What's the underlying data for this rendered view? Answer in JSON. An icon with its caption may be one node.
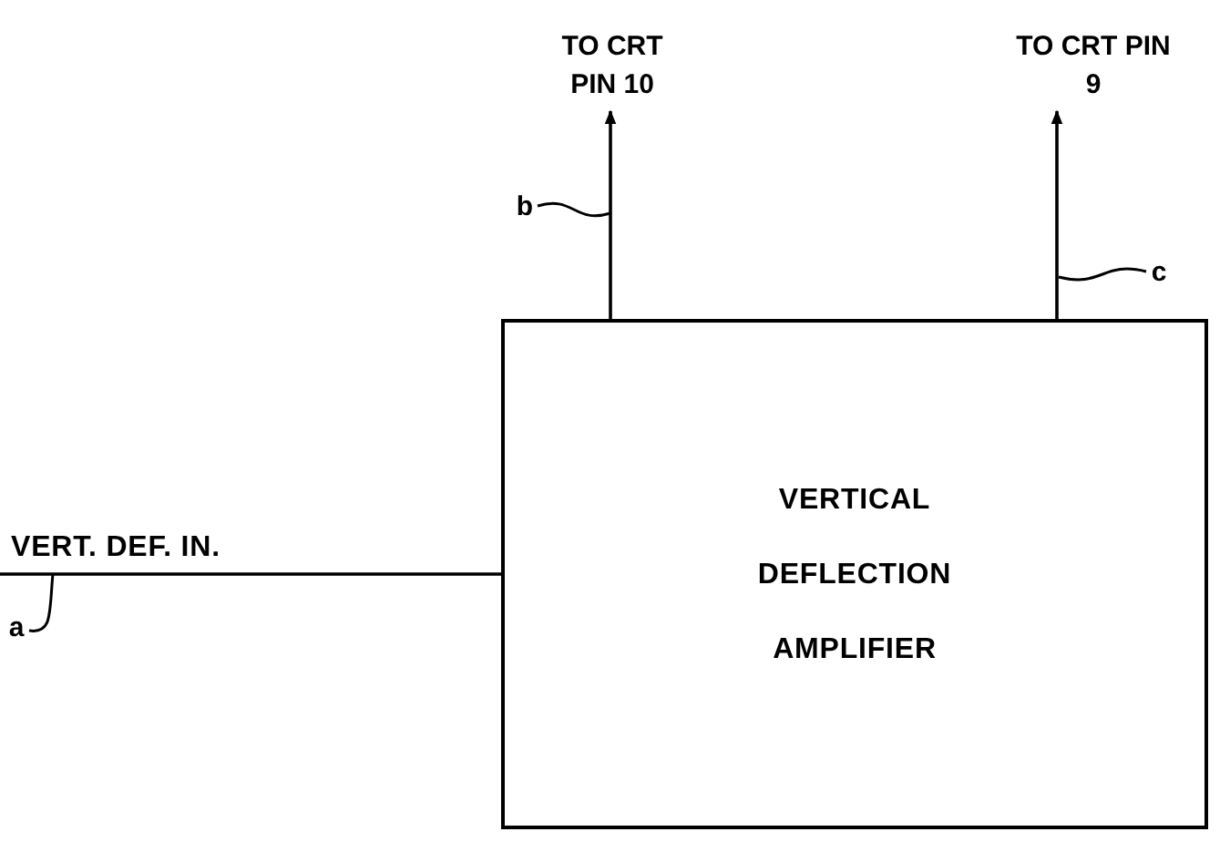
{
  "diagram": {
    "nodes": [
      {
        "text": [
          "VERTICAL DEFLECTION AMPLIFIER"
        ]
      },
      {
        "text": [
          "TO CRT PIN 10"
        ]
      },
      {
        "text": [
          "TO CRT PIN 9"
        ]
      },
      {
        "text": [
          "a"
        ]
      },
      {
        "text": [
          "b"
        ]
      },
      {
        "text": [
          "c"
        ]
      }
    ],
    "edges": [
      {
        "from": null,
        "to": 0,
        "arrow": "none",
        "label": "VERT. DEF. IN."
      },
      {
        "from": 0,
        "to": 1,
        "arrow": "to"
      },
      {
        "from": 0,
        "to": 2,
        "arrow": "to"
      },
      {
        "from": 3,
        "to": null,
        "arrow": "none"
      },
      {
        "from": 4,
        "to": null,
        "arrow": "none"
      },
      {
        "from": 5,
        "to": null,
        "arrow": "none"
      }
    ]
  }
}
